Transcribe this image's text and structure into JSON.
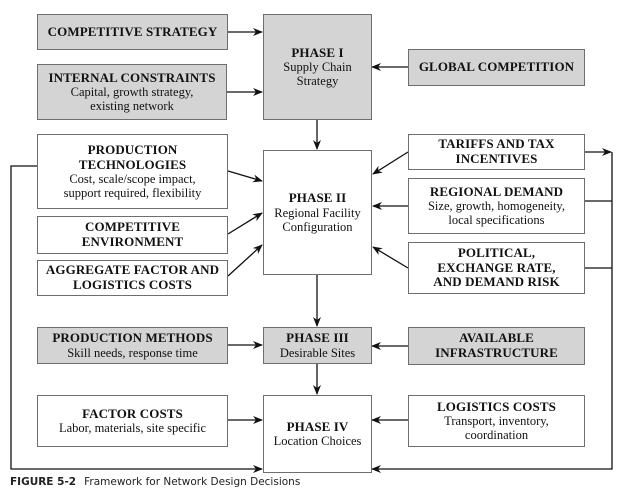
{
  "figure": {
    "label": "FIGURE 5-2",
    "caption": "Framework for Network Design Decisions"
  },
  "colors": {
    "shaded_fill": "#d4d4d4",
    "border": "#6e6e6e",
    "connector": "#111111"
  },
  "phases": {
    "phase1": {
      "title": "PHASE I",
      "subtitle": "Supply Chain\nStrategy"
    },
    "phase2": {
      "title": "PHASE II",
      "subtitle": "Regional Facility\nConfiguration"
    },
    "phase3": {
      "title": "PHASE III",
      "subtitle": "Desirable Sites"
    },
    "phase4": {
      "title": "PHASE IV",
      "subtitle": "Location Choices"
    }
  },
  "factors": {
    "competitive_strategy": {
      "title": "COMPETITIVE STRATEGY",
      "subtitle": ""
    },
    "internal_constraints": {
      "title": "INTERNAL CONSTRAINTS",
      "subtitle": "Capital, growth strategy,\nexisting network"
    },
    "global_competition": {
      "title": "GLOBAL COMPETITION",
      "subtitle": ""
    },
    "production_technologies": {
      "title": "PRODUCTION\nTECHNOLOGIES",
      "subtitle": "Cost, scale/scope impact,\nsupport required, flexibility"
    },
    "competitive_environment": {
      "title": "COMPETITIVE\nENVIRONMENT",
      "subtitle": ""
    },
    "aggregate_costs": {
      "title": "AGGREGATE FACTOR AND\nLOGISTICS COSTS",
      "subtitle": ""
    },
    "tariffs": {
      "title": "TARIFFS AND TAX\nINCENTIVES",
      "subtitle": ""
    },
    "regional_demand": {
      "title": "REGIONAL DEMAND",
      "subtitle": "Size, growth, homogeneity,\nlocal specifications"
    },
    "political_risk": {
      "title": "POLITICAL,\nEXCHANGE RATE,\nAND DEMAND RISK",
      "subtitle": ""
    },
    "production_methods": {
      "title": "PRODUCTION METHODS",
      "subtitle": "Skill needs, response time"
    },
    "available_infrastructure": {
      "title": "AVAILABLE\nINFRASTRUCTURE",
      "subtitle": ""
    },
    "factor_costs": {
      "title": "FACTOR COSTS",
      "subtitle": "Labor, materials, site specific"
    },
    "logistics_costs": {
      "title": "LOGISTICS COSTS",
      "subtitle": "Transport, inventory,\ncoordination"
    }
  }
}
